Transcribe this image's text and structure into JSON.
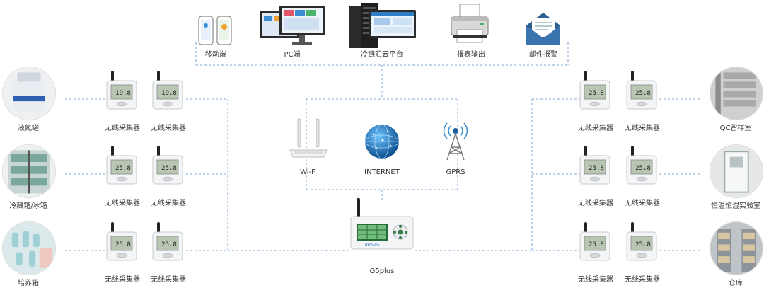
{
  "outputs": [
    {
      "key": "mobile",
      "label": "移动端",
      "icon": "phones-icon"
    },
    {
      "key": "pc",
      "label": "PC端",
      "icon": "monitors-icon"
    },
    {
      "key": "cloud",
      "label": "冷链汇云平台",
      "icon": "server-rack-icon"
    },
    {
      "key": "report",
      "label": "报表输出",
      "icon": "printer-icon"
    },
    {
      "key": "mail",
      "label": "邮件报警",
      "icon": "envelope-icon"
    }
  ],
  "network": [
    {
      "key": "wifi",
      "label": "Wi-Fi",
      "icon": "router-icon"
    },
    {
      "key": "internet",
      "label": "INTERNET",
      "icon": "globe-icon"
    },
    {
      "key": "gprs",
      "label": "GPRS",
      "icon": "antenna-tower-icon"
    }
  ],
  "gateway": {
    "label": "G5plus",
    "icon": "gateway-device-icon",
    "brand": "WENSORS"
  },
  "sensor": {
    "label": "无线采集器",
    "readings": [
      "19.8",
      "25.8"
    ]
  },
  "left_sites": [
    {
      "label": "液氮罐",
      "icon": "liquid-nitrogen-tank-icon"
    },
    {
      "label": "冷藏箱/冰箱",
      "icon": "refrigerator-icon"
    },
    {
      "label": "培养箱",
      "icon": "incubator-icon"
    }
  ],
  "right_sites": [
    {
      "label": "QC留样室",
      "icon": "sample-room-icon"
    },
    {
      "label": "恒温恒湿实验室",
      "icon": "climate-lab-icon"
    },
    {
      "label": "仓库",
      "icon": "warehouse-icon"
    }
  ],
  "colors": {
    "line": "#7fa9d6",
    "text": "#333333",
    "device": "#f4f5f7",
    "screen": "#b9c7b2",
    "globe": "#1a6fb5"
  }
}
